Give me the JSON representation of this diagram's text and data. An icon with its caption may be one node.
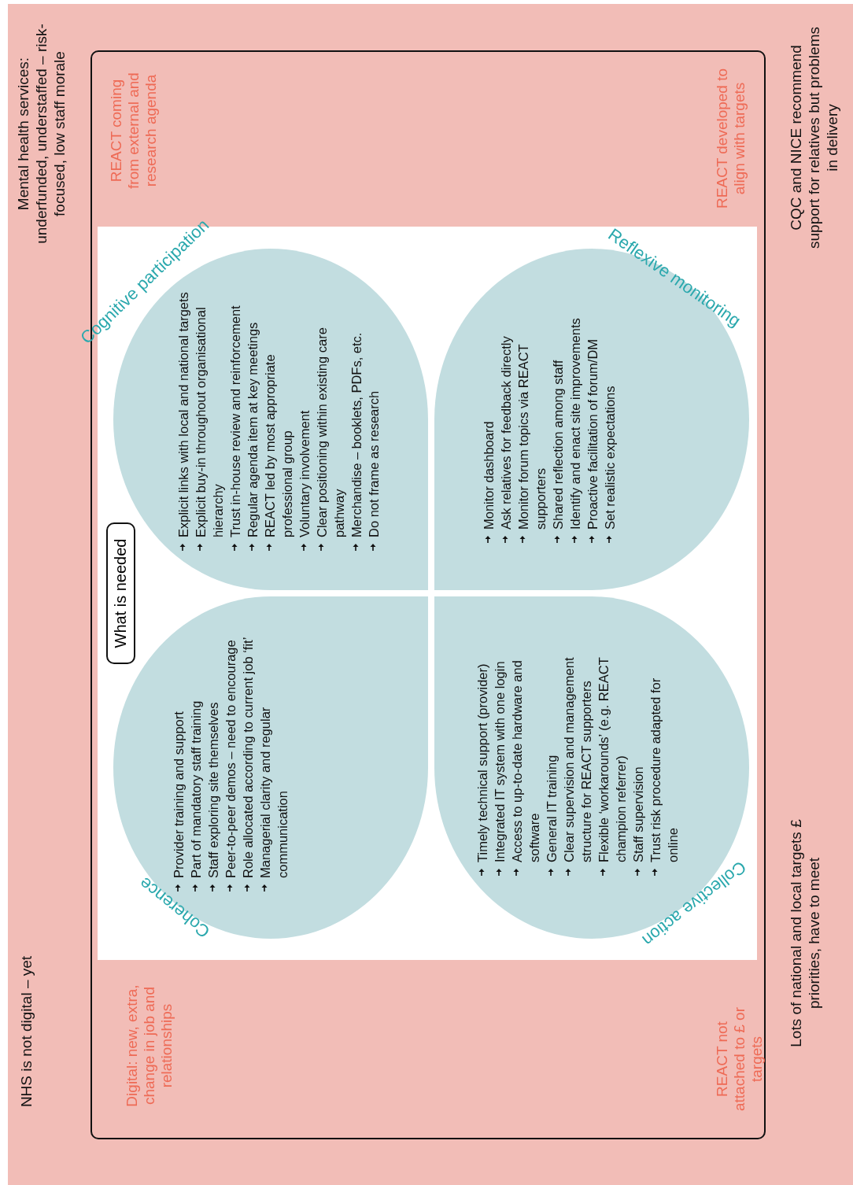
{
  "diagram": {
    "nodes": [
      {
        "text": [
          "Digital: new, extra, change in job and relationships",
          "REACT coming from external and research agenda",
          "REACT not attached to £ or targets",
          "REACT developed to align with targets"
        ]
      },
      {
        "text": [
          "What is needed"
        ],
        "in": 0
      },
      {
        "text": [
          "Coherence",
          "Provider training and support",
          "Part of mandatory staff training",
          "Staff exploring site themselves",
          "Peer-to-peer demos – need to encourage",
          "Role allocated according to current job ‘fit’",
          "Managerial clarity and regular communication"
        ],
        "in": 0
      },
      {
        "text": [
          "Cognitive participation",
          "Explicit links with local and national targets",
          "Explicit buy-in throughout organisational hierarchy",
          "Trust in-house review and reinforcement",
          "Regular agenda item at key meetings",
          "REACT led by most appropriate professional group",
          "Voluntary involvement",
          "Clear positioning within existing care pathway",
          "Merchandise – booklets, PDFs, etc.",
          "Do not frame as research"
        ],
        "in": 0
      },
      {
        "text": [
          "Collective action",
          "Timely technical support (provider)",
          "Integrated IT system with one login",
          "Access to up-to-date hardware and software",
          "General IT training",
          "Clear supervision and management structure for REACT supporters",
          "Flexible ‘workarounds’ (e.g. REACT champion referrer)",
          "Staff supervision",
          "Trust risk procedure adapted for online"
        ],
        "in": 0
      },
      {
        "text": [
          "Reflexive monitoring",
          "Monitor dashboard",
          "Ask relatives for feedback directly",
          "Monitor forum topics via REACT supporters",
          "Shared reflection among staff",
          "Identify and enact site improvements",
          "Proactive facilitation of forum/DM",
          "Set realistic expectations"
        ],
        "in": 0
      }
    ],
    "labels": [
      "NHS is not digital – yet",
      "Mental health services: underfunded, understaffed – risk-focused, low staff morale",
      "Lots of national and local targets £ priorities, have to meet",
      "CQC and NICE recommend support for relatives but problems in delivery"
    ]
  }
}
